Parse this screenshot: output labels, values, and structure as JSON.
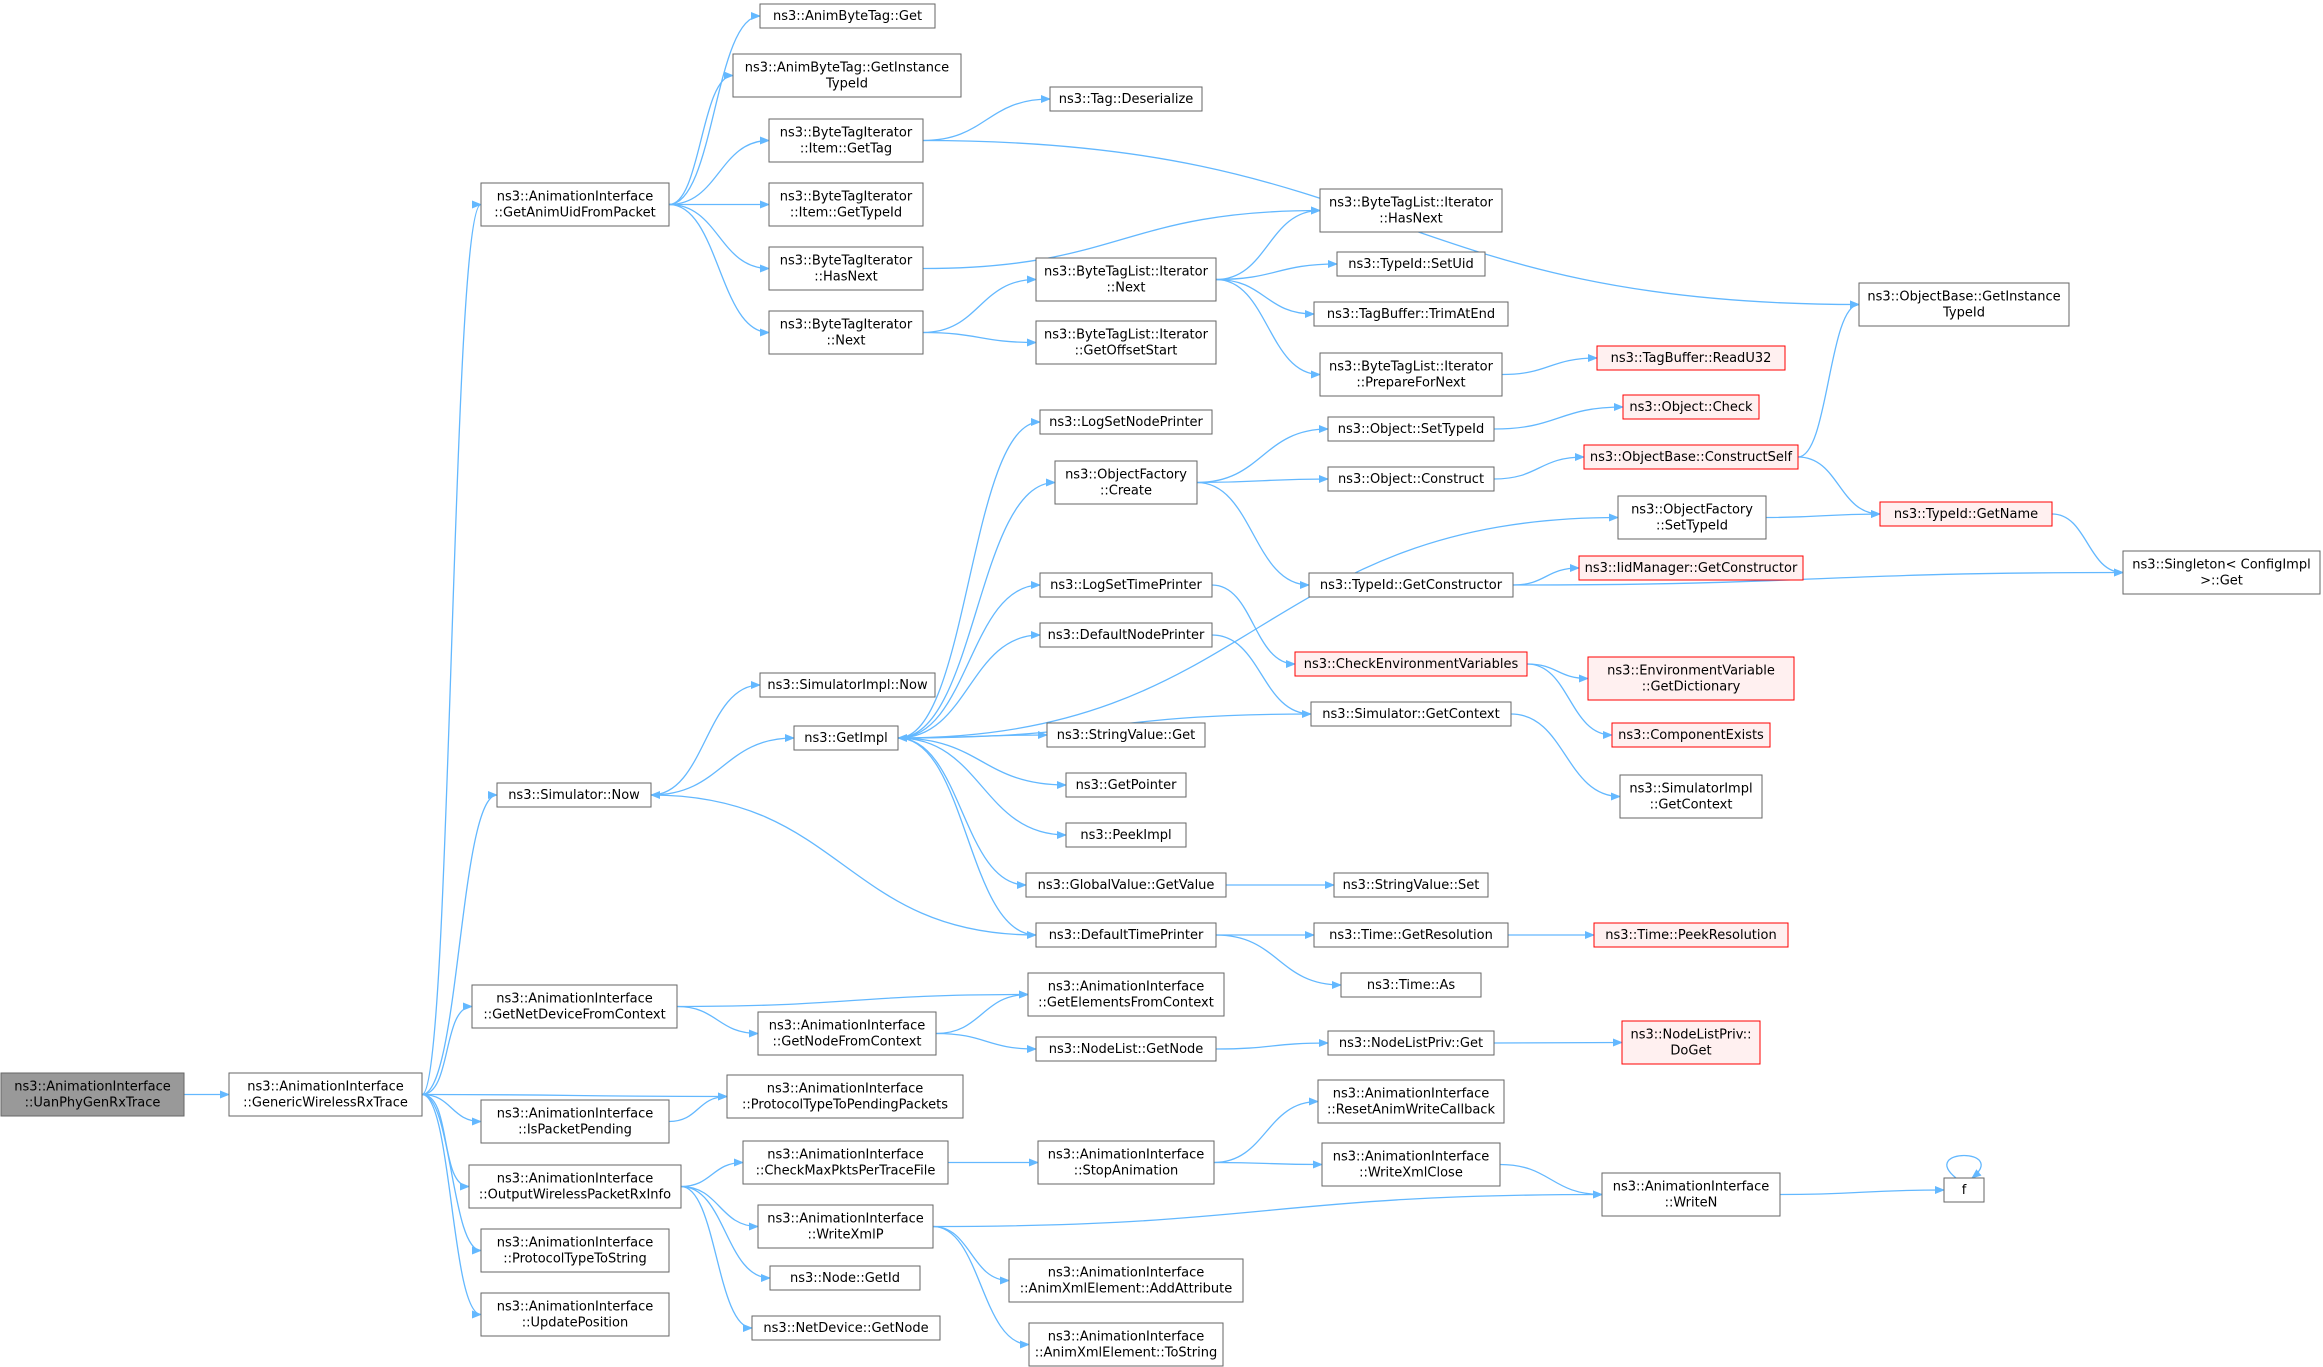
{
  "colors": {
    "edge": "#63b8ff",
    "node_border": "#666666",
    "node_fill": "#ffffff",
    "root_fill": "#999999",
    "root_border": "#666666",
    "red_border": "#ff0000",
    "red_fill": "#fff0f0"
  },
  "nodes": [
    {
      "id": "n0",
      "kind": "root",
      "lines": [
        "ns3::AnimationInterface",
        "::UanPhyGenRxTrace"
      ]
    },
    {
      "id": "n1",
      "kind": "normal",
      "lines": [
        "ns3::AnimationInterface",
        "::GenericWirelessRxTrace"
      ]
    },
    {
      "id": "n2",
      "kind": "normal",
      "lines": [
        "ns3::AnimationInterface",
        "::GetAnimUidFromPacket"
      ]
    },
    {
      "id": "n3",
      "kind": "normal",
      "lines": [
        "ns3::Simulator::Now"
      ]
    },
    {
      "id": "n4",
      "kind": "normal",
      "lines": [
        "ns3::AnimationInterface",
        "::GetNetDeviceFromContext"
      ]
    },
    {
      "id": "n5",
      "kind": "normal",
      "lines": [
        "ns3::AnimationInterface",
        "::IsPacketPending"
      ]
    },
    {
      "id": "n6",
      "kind": "normal",
      "lines": [
        "ns3::AnimationInterface",
        "::OutputWirelessPacketRxInfo"
      ]
    },
    {
      "id": "n7",
      "kind": "normal",
      "lines": [
        "ns3::AnimationInterface",
        "::ProtocolTypeToString"
      ]
    },
    {
      "id": "n8",
      "kind": "normal",
      "lines": [
        "ns3::AnimationInterface",
        "::UpdatePosition"
      ]
    },
    {
      "id": "n9",
      "kind": "normal",
      "lines": [
        "ns3::AnimByteTag::Get"
      ]
    },
    {
      "id": "n10",
      "kind": "normal",
      "lines": [
        "ns3::AnimByteTag::GetInstance",
        "TypeId"
      ]
    },
    {
      "id": "n11",
      "kind": "normal",
      "lines": [
        "ns3::ByteTagIterator",
        "::Item::GetTag"
      ]
    },
    {
      "id": "n12",
      "kind": "normal",
      "lines": [
        "ns3::ByteTagIterator",
        "::Item::GetTypeId"
      ]
    },
    {
      "id": "n13",
      "kind": "normal",
      "lines": [
        "ns3::ByteTagIterator",
        "::HasNext"
      ]
    },
    {
      "id": "n14",
      "kind": "normal",
      "lines": [
        "ns3::ByteTagIterator",
        "::Next"
      ]
    },
    {
      "id": "n15",
      "kind": "normal",
      "lines": [
        "ns3::SimulatorImpl::Now"
      ]
    },
    {
      "id": "n16",
      "kind": "normal",
      "lines": [
        "ns3::GetImpl"
      ]
    },
    {
      "id": "n17",
      "kind": "normal",
      "lines": [
        "ns3::AnimationInterface",
        "::GetNodeFromContext"
      ]
    },
    {
      "id": "n18",
      "kind": "normal",
      "lines": [
        "ns3::AnimationInterface",
        "::ProtocolTypeToPendingPackets"
      ]
    },
    {
      "id": "n19",
      "kind": "normal",
      "lines": [
        "ns3::AnimationInterface",
        "::CheckMaxPktsPerTraceFile"
      ]
    },
    {
      "id": "n20",
      "kind": "normal",
      "lines": [
        "ns3::AnimationInterface",
        "::WriteXmlP"
      ]
    },
    {
      "id": "n21",
      "kind": "normal",
      "lines": [
        "ns3::Node::GetId"
      ]
    },
    {
      "id": "n22",
      "kind": "normal",
      "lines": [
        "ns3::NetDevice::GetNode"
      ]
    },
    {
      "id": "n23",
      "kind": "normal",
      "lines": [
        "ns3::Tag::Deserialize"
      ]
    },
    {
      "id": "n24",
      "kind": "normal",
      "lines": [
        "ns3::ByteTagList::Iterator",
        "::Next"
      ]
    },
    {
      "id": "n25",
      "kind": "normal",
      "lines": [
        "ns3::ByteTagList::Iterator",
        "::GetOffsetStart"
      ]
    },
    {
      "id": "n26",
      "kind": "normal",
      "lines": [
        "ns3::LogSetNodePrinter"
      ]
    },
    {
      "id": "n27",
      "kind": "normal",
      "lines": [
        "ns3::ObjectFactory",
        "::Create"
      ]
    },
    {
      "id": "n28",
      "kind": "normal",
      "lines": [
        "ns3::LogSetTimePrinter"
      ]
    },
    {
      "id": "n29",
      "kind": "normal",
      "lines": [
        "ns3::DefaultNodePrinter"
      ]
    },
    {
      "id": "n30",
      "kind": "normal",
      "lines": [
        "ns3::StringValue::Get"
      ]
    },
    {
      "id": "n31",
      "kind": "normal",
      "lines": [
        "ns3::GetPointer"
      ]
    },
    {
      "id": "n32",
      "kind": "normal",
      "lines": [
        "ns3::PeekImpl"
      ]
    },
    {
      "id": "n33",
      "kind": "normal",
      "lines": [
        "ns3::GlobalValue::GetValue"
      ]
    },
    {
      "id": "n34",
      "kind": "normal",
      "lines": [
        "ns3::DefaultTimePrinter"
      ]
    },
    {
      "id": "n35",
      "kind": "normal",
      "lines": [
        "ns3::AnimationInterface",
        "::GetElementsFromContext"
      ]
    },
    {
      "id": "n36",
      "kind": "normal",
      "lines": [
        "ns3::NodeList::GetNode"
      ]
    },
    {
      "id": "n37",
      "kind": "normal",
      "lines": [
        "ns3::AnimationInterface",
        "::StopAnimation"
      ]
    },
    {
      "id": "n38",
      "kind": "normal",
      "lines": [
        "ns3::AnimationInterface",
        "::AnimXmlElement::AddAttribute"
      ]
    },
    {
      "id": "n39",
      "kind": "normal",
      "lines": [
        "ns3::AnimationInterface",
        "::AnimXmlElement::ToString"
      ]
    },
    {
      "id": "n40",
      "kind": "normal",
      "lines": [
        "ns3::ByteTagList::Iterator",
        "::HasNext"
      ]
    },
    {
      "id": "n41",
      "kind": "normal",
      "lines": [
        "ns3::TypeId::SetUid"
      ]
    },
    {
      "id": "n42",
      "kind": "normal",
      "lines": [
        "ns3::TagBuffer::TrimAtEnd"
      ]
    },
    {
      "id": "n43",
      "kind": "normal",
      "lines": [
        "ns3::ByteTagList::Iterator",
        "::PrepareForNext"
      ]
    },
    {
      "id": "n44",
      "kind": "normal",
      "lines": [
        "ns3::Object::SetTypeId"
      ]
    },
    {
      "id": "n45",
      "kind": "normal",
      "lines": [
        "ns3::Object::Construct"
      ]
    },
    {
      "id": "n46",
      "kind": "normal",
      "lines": [
        "ns3::TypeId::GetConstructor"
      ]
    },
    {
      "id": "n47",
      "kind": "red",
      "lines": [
        "ns3::CheckEnvironmentVariables"
      ]
    },
    {
      "id": "n48",
      "kind": "normal",
      "lines": [
        "ns3::Simulator::GetContext"
      ]
    },
    {
      "id": "n49",
      "kind": "normal",
      "lines": [
        "ns3::StringValue::Set"
      ]
    },
    {
      "id": "n50",
      "kind": "normal",
      "lines": [
        "ns3::Time::GetResolution"
      ]
    },
    {
      "id": "n51",
      "kind": "normal",
      "lines": [
        "ns3::Time::As"
      ]
    },
    {
      "id": "n52",
      "kind": "normal",
      "lines": [
        "ns3::NodeListPriv::Get"
      ]
    },
    {
      "id": "n53",
      "kind": "normal",
      "lines": [
        "ns3::AnimationInterface",
        "::ResetAnimWriteCallback"
      ]
    },
    {
      "id": "n54",
      "kind": "normal",
      "lines": [
        "ns3::AnimationInterface",
        "::WriteXmlClose"
      ]
    },
    {
      "id": "n55",
      "kind": "normal",
      "lines": [
        "ns3::ObjectBase::GetInstance",
        "TypeId"
      ]
    },
    {
      "id": "n56",
      "kind": "red",
      "lines": [
        "ns3::TagBuffer::ReadU32"
      ]
    },
    {
      "id": "n57",
      "kind": "red",
      "lines": [
        "ns3::Object::Check"
      ]
    },
    {
      "id": "n58",
      "kind": "red",
      "lines": [
        "ns3::ObjectBase::ConstructSelf"
      ]
    },
    {
      "id": "n59",
      "kind": "normal",
      "lines": [
        "ns3::ObjectFactory",
        "::SetTypeId"
      ]
    },
    {
      "id": "n60",
      "kind": "red",
      "lines": [
        "ns3::IidManager::GetConstructor"
      ]
    },
    {
      "id": "n61",
      "kind": "red",
      "lines": [
        "ns3::EnvironmentVariable",
        "::GetDictionary"
      ]
    },
    {
      "id": "n62",
      "kind": "red",
      "lines": [
        "ns3::ComponentExists"
      ]
    },
    {
      "id": "n63",
      "kind": "normal",
      "lines": [
        "ns3::SimulatorImpl",
        "::GetContext"
      ]
    },
    {
      "id": "n64",
      "kind": "red",
      "lines": [
        "ns3::Time::PeekResolution"
      ]
    },
    {
      "id": "n65",
      "kind": "red",
      "lines": [
        "ns3::NodeListPriv::",
        "DoGet"
      ]
    },
    {
      "id": "n66",
      "kind": "normal",
      "lines": [
        "ns3::AnimationInterface",
        "::WriteN"
      ]
    },
    {
      "id": "n67",
      "kind": "red",
      "lines": [
        "ns3::TypeId::GetName"
      ]
    },
    {
      "id": "n68",
      "kind": "normal",
      "lines": [
        "ns3::Singleton< ConfigImpl",
        " >::Get"
      ]
    },
    {
      "id": "n69",
      "kind": "normal",
      "lines": [
        "f"
      ]
    }
  ]
}
